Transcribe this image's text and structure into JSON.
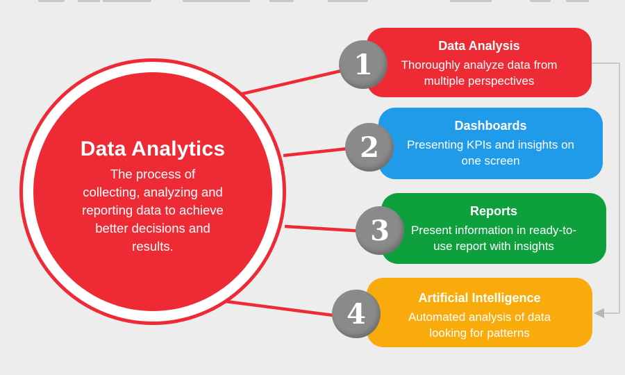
{
  "center_bubble": {
    "title": "Data Analytics",
    "description": "The process of\ncollecting, analyzing and\nreporting data to achieve\nbetter decisions and\nresults.",
    "fill": "#EE2A35"
  },
  "items": [
    {
      "number": "1",
      "title": "Data Analysis",
      "description": "Thoroughly analyze data from\nmultiple perspectives",
      "color": "#EE2A35"
    },
    {
      "number": "2",
      "title": "Dashboards",
      "description": "Presenting KPIs and insights on\none screen",
      "color": "#1F9BE9"
    },
    {
      "number": "3",
      "title": "Reports",
      "description": "Present information in ready-to-\nuse report with insights",
      "color": "#0FA03E"
    },
    {
      "number": "4",
      "title": "Artificial Intelligence",
      "description": "Automated analysis of data\nlooking for patterns",
      "color": "#F8AB0B"
    }
  ],
  "colors": {
    "background": "#EDEDED",
    "accent_red": "#EE2A35",
    "number_circle": "#8A8A8A",
    "connector": "#EE2A35",
    "bracket": "#C9C9C9",
    "arrow": "#B5B5B5",
    "text_on_color": "#FFFFFF"
  }
}
